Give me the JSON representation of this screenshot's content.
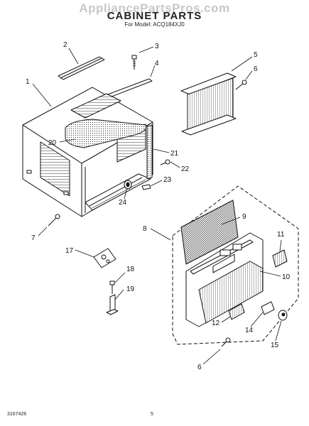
{
  "header": {
    "watermark": "AppliancePartsPros.com",
    "title": "CABINET PARTS",
    "subtitle": "For Model: ACQ184XJ0"
  },
  "footer": {
    "doc_number": "3167426",
    "page_number": "5"
  },
  "callouts": [
    {
      "id": "c1",
      "label": "1"
    },
    {
      "id": "c2",
      "label": "2"
    },
    {
      "id": "c3",
      "label": "3"
    },
    {
      "id": "c4",
      "label": "4"
    },
    {
      "id": "c5",
      "label": "5"
    },
    {
      "id": "c6a",
      "label": "6"
    },
    {
      "id": "c7",
      "label": "7"
    },
    {
      "id": "c8",
      "label": "8"
    },
    {
      "id": "c9",
      "label": "9"
    },
    {
      "id": "c10",
      "label": "10"
    },
    {
      "id": "c11",
      "label": "11"
    },
    {
      "id": "c12",
      "label": "12"
    },
    {
      "id": "c14",
      "label": "14"
    },
    {
      "id": "c15",
      "label": "15"
    },
    {
      "id": "c6b",
      "label": "6"
    },
    {
      "id": "c17",
      "label": "17"
    },
    {
      "id": "c18",
      "label": "18"
    },
    {
      "id": "c19",
      "label": "19"
    },
    {
      "id": "c20",
      "label": "20"
    },
    {
      "id": "c21",
      "label": "21"
    },
    {
      "id": "c22",
      "label": "22"
    },
    {
      "id": "c23",
      "label": "23"
    },
    {
      "id": "c24",
      "label": "24"
    }
  ]
}
